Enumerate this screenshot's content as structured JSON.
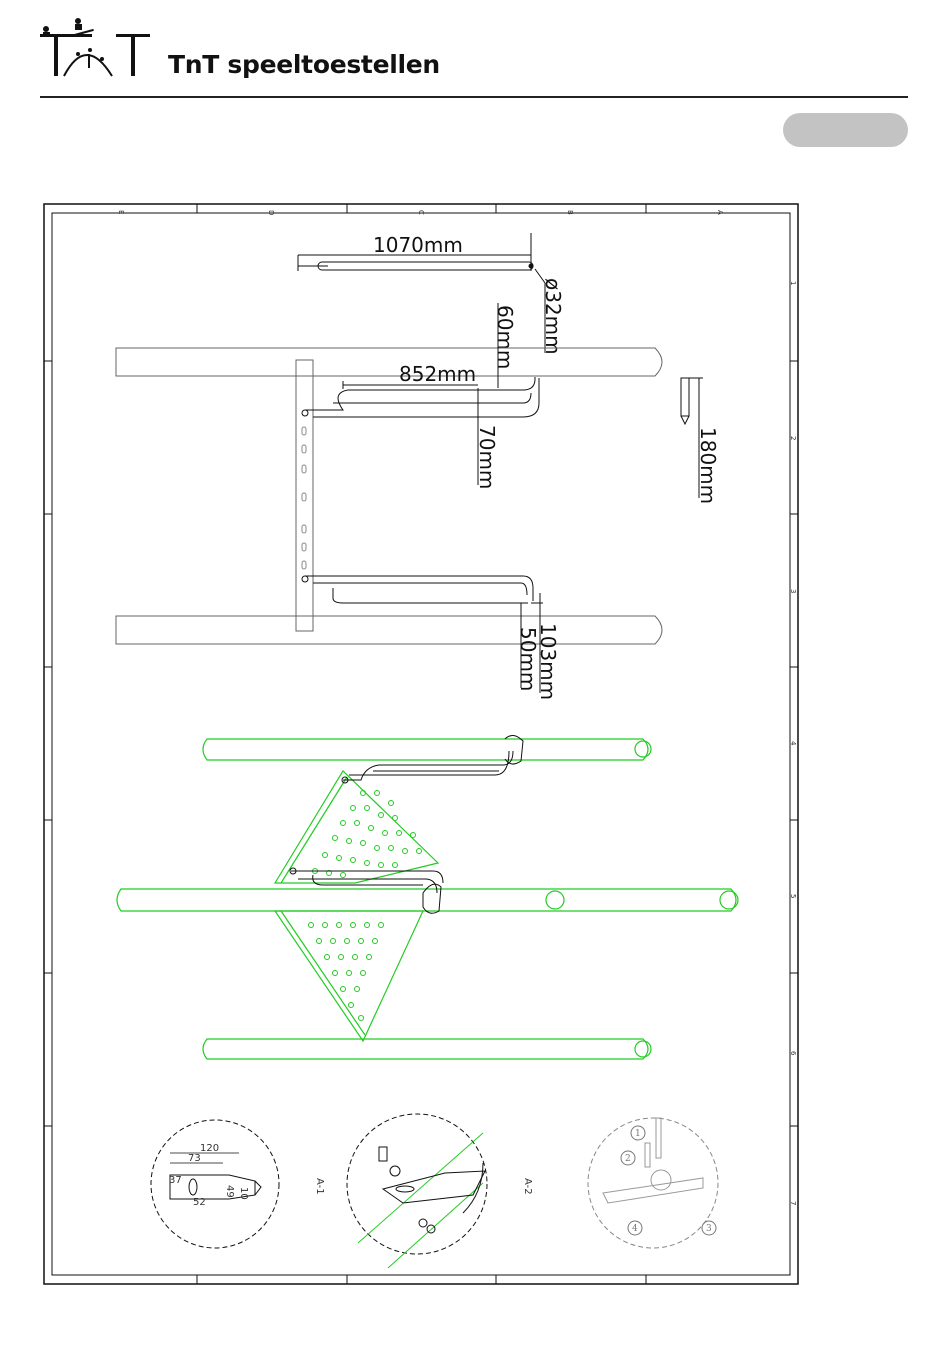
{
  "header": {
    "brand": "TnT speeltoestellen"
  },
  "drawing": {
    "column_labels": [
      "E",
      "D",
      "C",
      "B",
      "A"
    ],
    "row_labels": [
      "1",
      "2",
      "3",
      "4",
      "5",
      "6",
      "7"
    ],
    "dimensions": {
      "length": "1070mm",
      "diameter": "ø32mm",
      "offset_top": "60mm",
      "inner_length": "852mm",
      "offset_mid": "70mm",
      "height": "180mm",
      "offset_a": "103mm",
      "offset_b": "50mm"
    },
    "detail_labels": [
      "A-1",
      "A-2"
    ],
    "detail_dims": [
      "120",
      "73",
      "49",
      "37",
      "10",
      "52"
    ],
    "callouts": [
      "1",
      "2",
      "3",
      "4"
    ]
  },
  "colors": {
    "line": "#111111",
    "green": "#22cc22",
    "pill": "#c3c3c3"
  }
}
